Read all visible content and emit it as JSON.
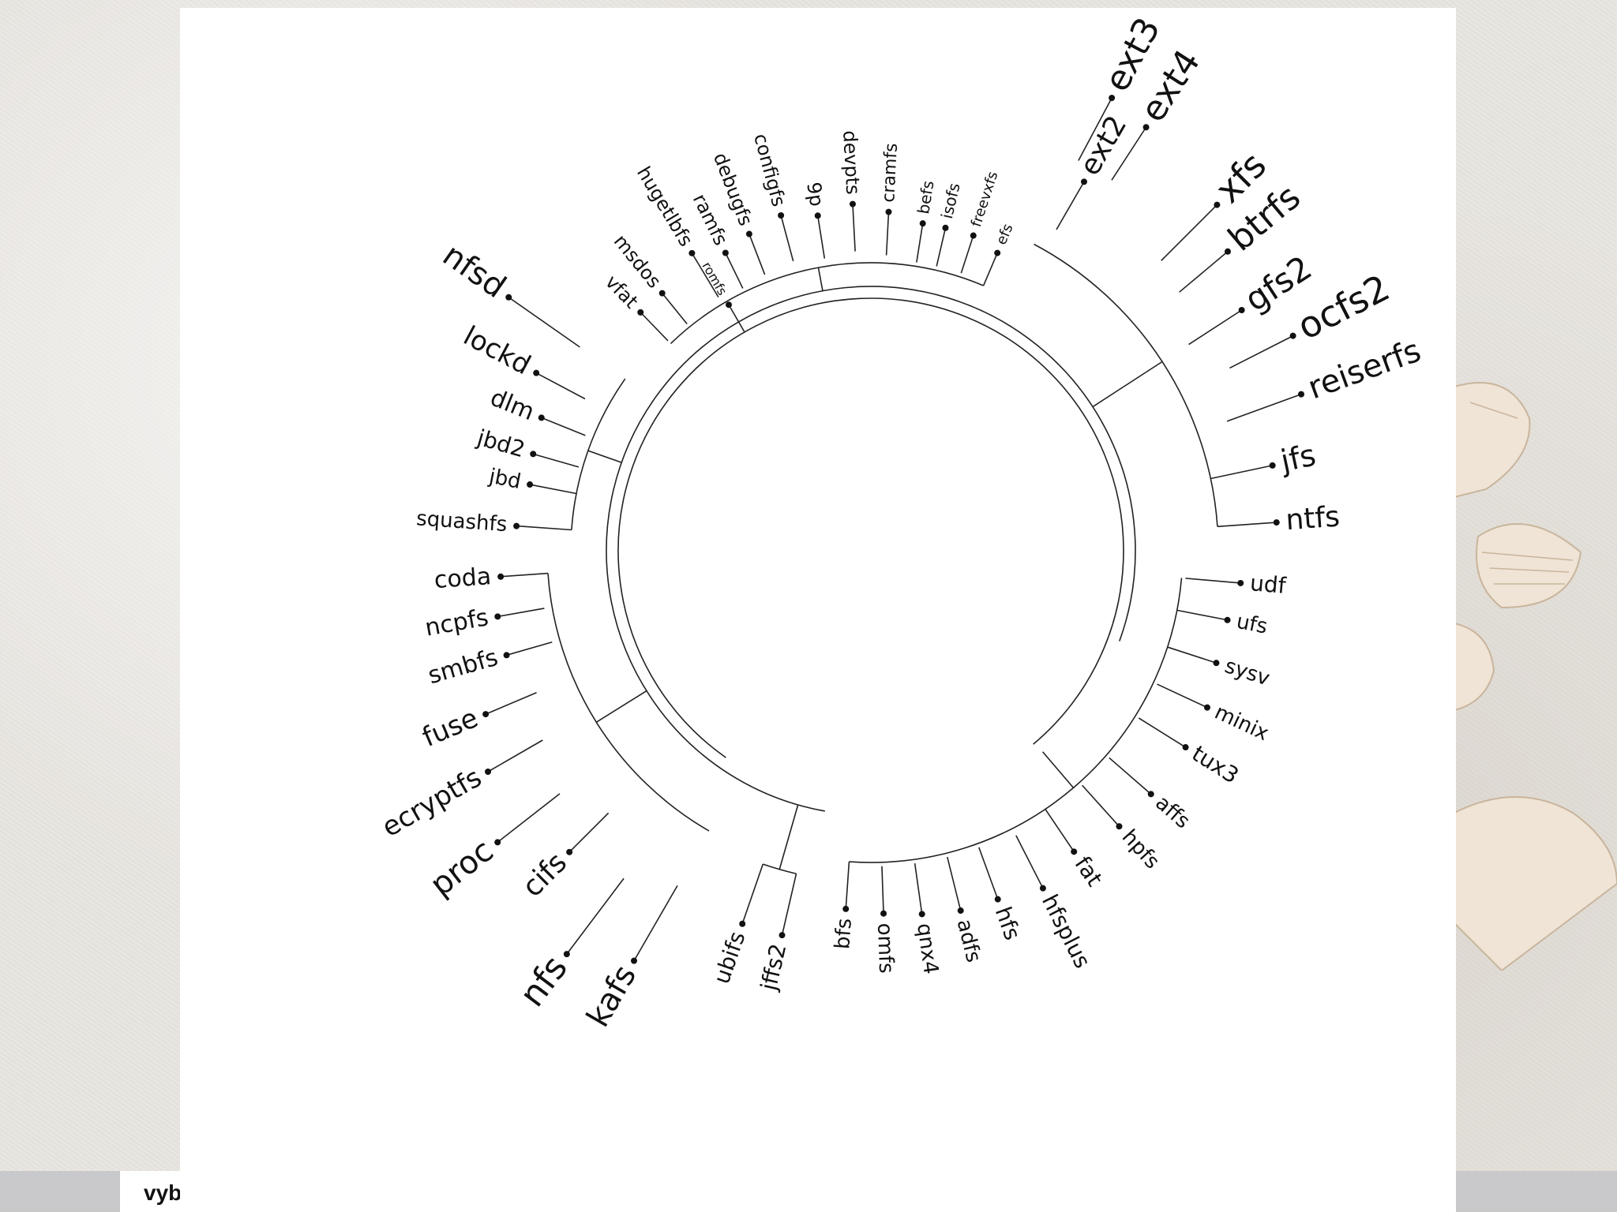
{
  "footer_text": "vyb",
  "diagram": {
    "root": "romfs",
    "clusters": [
      [
        "ext3",
        "ext4",
        "ext2",
        "xfs",
        "btrfs",
        "gfs2",
        "ocfs2",
        "reiserfs",
        "jfs",
        "ntfs"
      ],
      [
        "udf",
        "ufs",
        "sysv",
        "minix",
        "tux3",
        "affs",
        "hpfs",
        "fat",
        "hfsplus",
        "hfs",
        "adfs",
        "qnx4",
        "omfs",
        "bfs"
      ],
      [
        "jffs2",
        "ubifs"
      ],
      [
        "kafs",
        "nfs",
        "cifs",
        "proc",
        "ecryptfs",
        "fuse",
        "smbfs",
        "ncpfs",
        "coda"
      ],
      [
        "squashfs",
        "jbd",
        "jbd2",
        "dlm",
        "lockd",
        "nfsd"
      ],
      [
        "vfat",
        "msdos",
        "hugetlbfs",
        "ramfs",
        "debugfs",
        "configfs",
        "9p",
        "devpts",
        "cramfs",
        "befs",
        "isofs",
        "freevxfs",
        "efs"
      ]
    ]
  }
}
